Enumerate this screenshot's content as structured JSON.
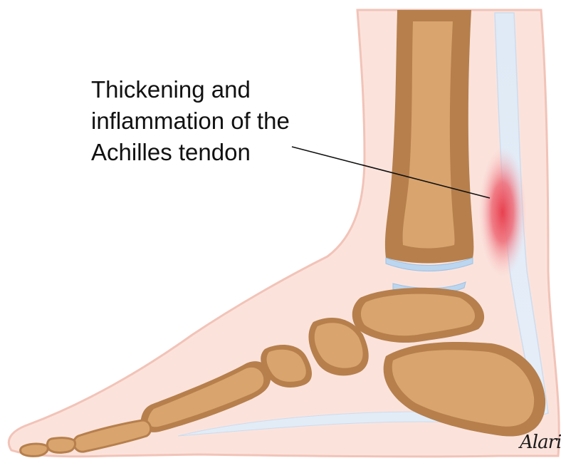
{
  "label": {
    "lines": [
      "Thickening and",
      "inflammation of the",
      "Achilles tendon"
    ]
  },
  "signature": "Alari",
  "colors": {
    "skin": "#fbe3dc",
    "skin_outline": "#f2c3b8",
    "bone": "#d9a46e",
    "bone_dark": "#b67f4c",
    "bone_light": "#e8bf8f",
    "cartilage": "#bcd6ef",
    "tendon": "#dfeaf6",
    "inflammation": "#e8404f"
  }
}
